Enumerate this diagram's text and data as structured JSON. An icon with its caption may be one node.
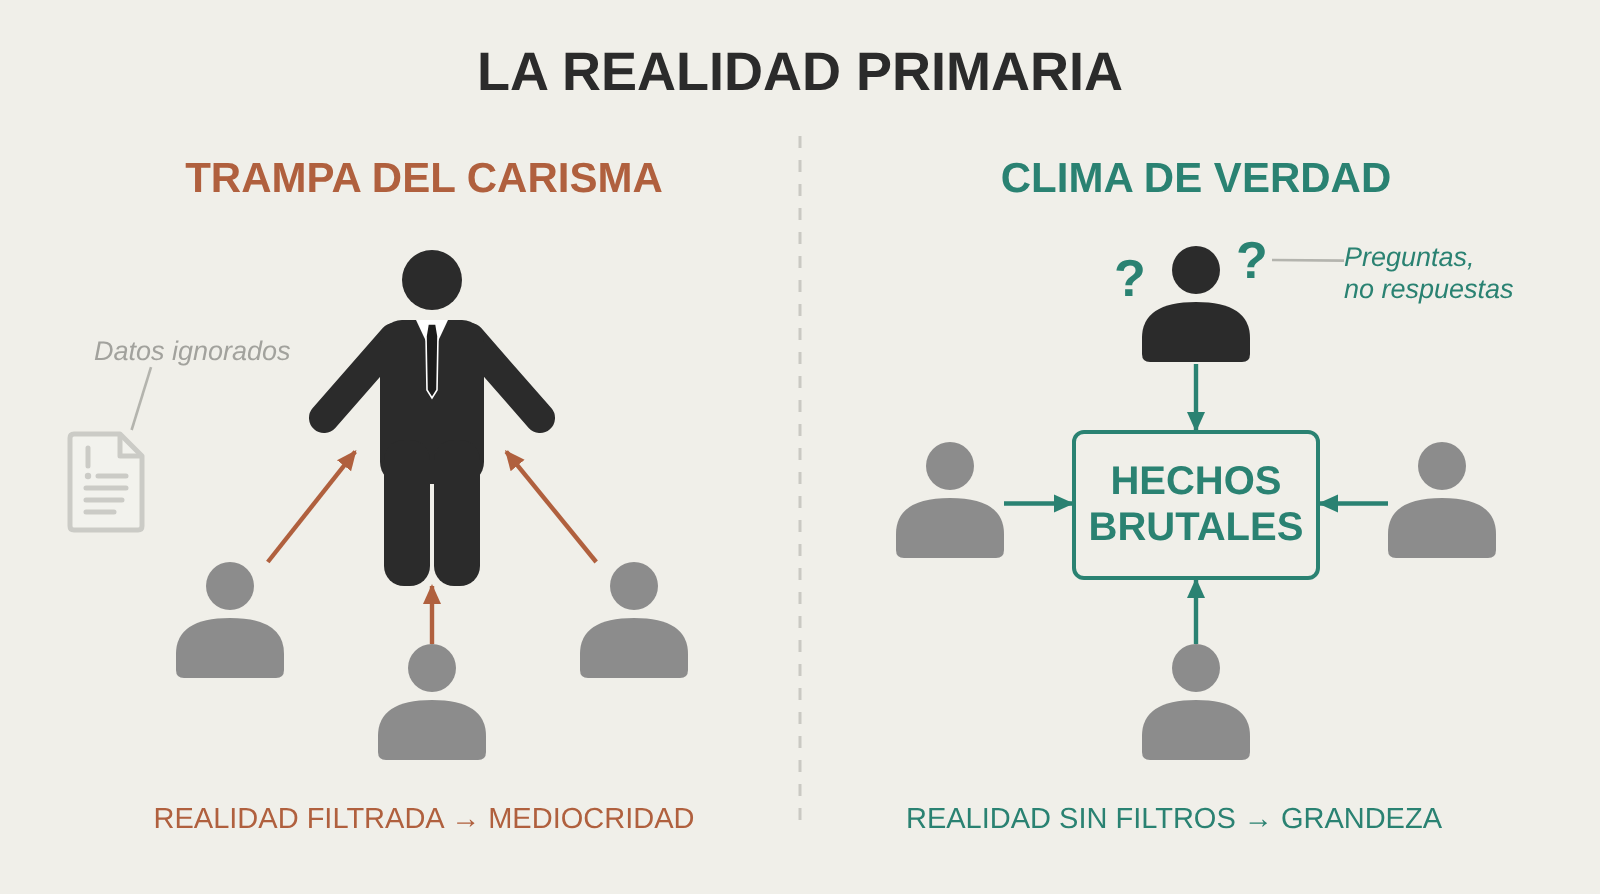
{
  "diagram": {
    "title": "LA REALIDAD PRIMARIA",
    "nodes": [
      {
        "text": [],
        "shape": "person"
      },
      {
        "text": [],
        "shape": "person"
      },
      {
        "text": [],
        "shape": "person"
      },
      {
        "text": [],
        "shape": "person"
      },
      {
        "text": [
          "Datos ignorados"
        ]
      },
      {
        "text": [],
        "shape": "document"
      },
      {
        "text": [
          "HECHOS BRUTALES"
        ]
      },
      {
        "text": [],
        "shape": "person",
        "beside": [
          "?",
          "?"
        ]
      },
      {
        "text": [],
        "shape": "person"
      },
      {
        "text": [],
        "shape": "person"
      },
      {
        "text": [],
        "shape": "person"
      },
      {
        "text": [
          "Preguntas, no respuestas"
        ]
      }
    ],
    "edges": [
      {
        "from": 1,
        "to": 0,
        "arrow": "to",
        "color": "#b0603e"
      },
      {
        "from": 2,
        "to": 0,
        "arrow": "to",
        "color": "#b0603e"
      },
      {
        "from": 3,
        "to": 0,
        "arrow": "to",
        "color": "#b0603e"
      },
      {
        "from": 4,
        "to": 5,
        "arrow": "none",
        "color": "#b4b4ae"
      },
      {
        "from": 7,
        "to": 6,
        "arrow": "to"
      },
      {
        "from": 8,
        "to": 6,
        "arrow": "to"
      },
      {
        "from": 9,
        "to": 6,
        "arrow": "to"
      },
      {
        "from": 10,
        "to": 6,
        "arrow": "to"
      },
      {
        "from": 11,
        "to": 7,
        "arrow": "none",
        "color": "#b4b4ae"
      }
    ],
    "labels": [
      "TRAMPA DEL CARISMA",
      "CLIMA DE VERDAD",
      "REALIDAD FILTRADA → MEDIOCRIDAD",
      "REALIDAD SIN FILTROS → GRANDEZA"
    ]
  }
}
